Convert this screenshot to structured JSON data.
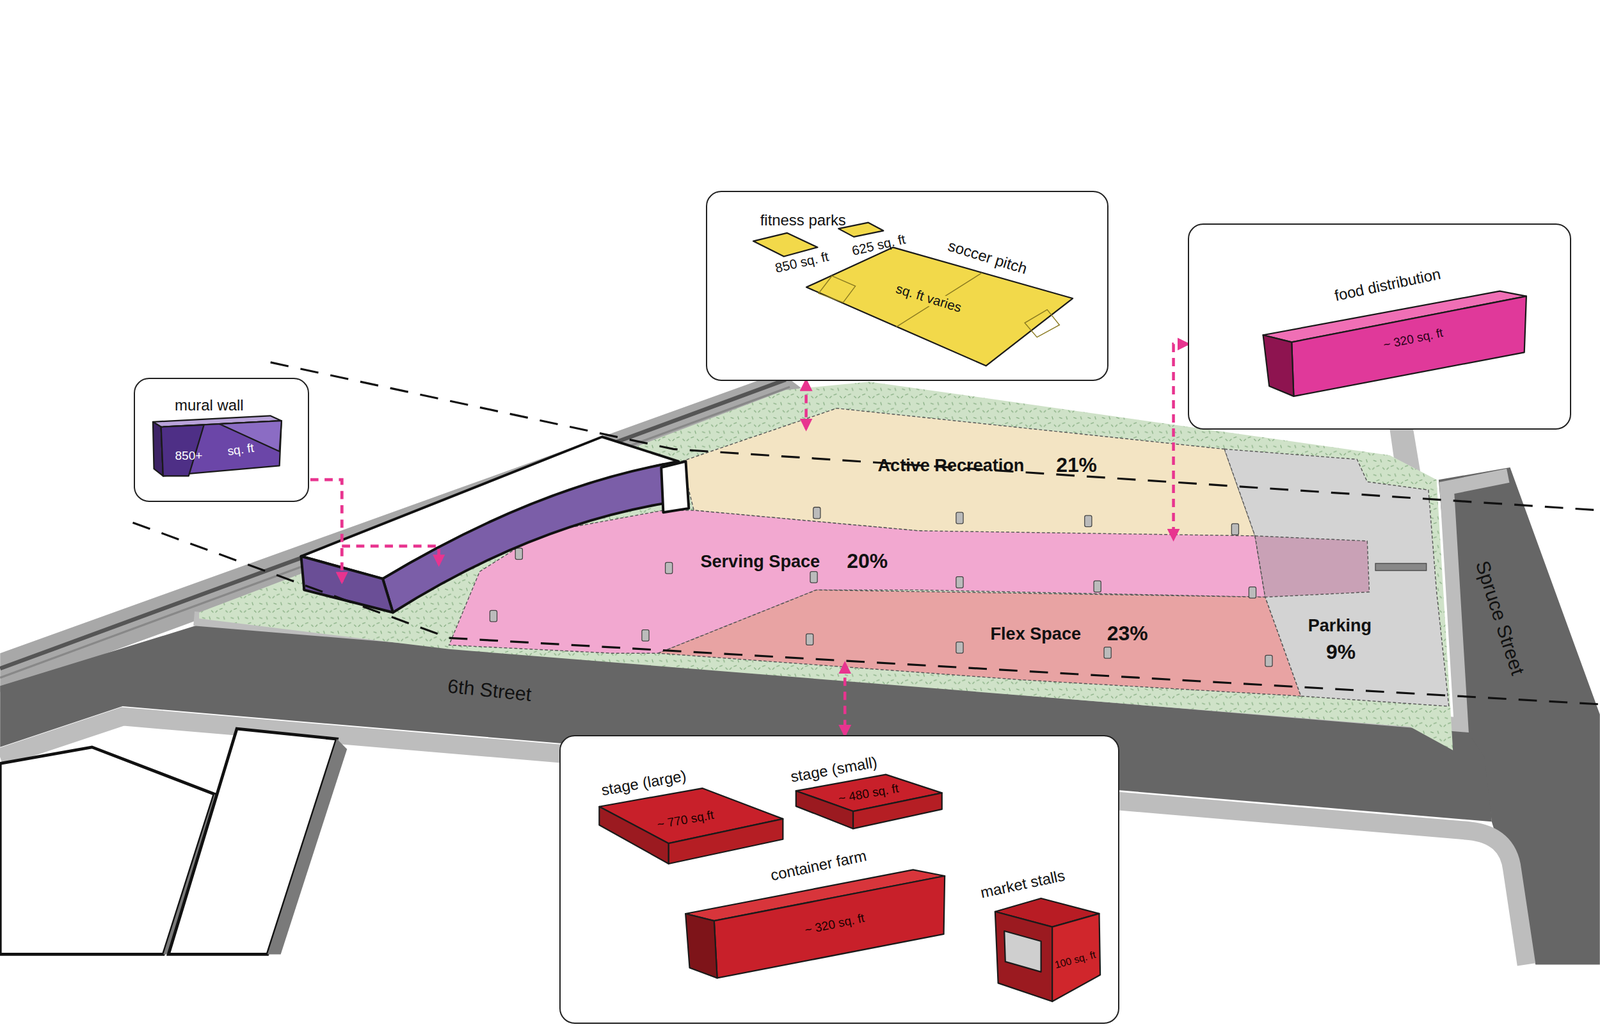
{
  "diagram": {
    "nodes": [
      {
        "text": []
      },
      {
        "text": [
          "mural wall",
          "850+",
          "sq. ft"
        ],
        "in": 0
      },
      {
        "text": []
      },
      {
        "text": [
          "fitness parks",
          "850 sq. ft"
        ],
        "in": 2
      },
      {
        "text": [
          "625 sq. ft"
        ],
        "in": 2
      },
      {
        "text": [
          "soccer pitch",
          "sq. ft varies"
        ],
        "in": 2
      },
      {
        "text": []
      },
      {
        "text": [
          "food distribution",
          "~ 320 sq. ft"
        ],
        "in": 6
      },
      {
        "text": [
          "Active Recreation",
          "21%"
        ]
      },
      {
        "text": [
          "Serving Space",
          "20%"
        ]
      },
      {
        "text": [
          "Flex Space",
          "23%"
        ]
      },
      {
        "text": [
          "Parking",
          "9%"
        ]
      },
      {
        "text": []
      },
      {
        "text": [
          "stage (large)",
          "~ 770 sq.ft"
        ],
        "in": 12
      },
      {
        "text": [
          "stage (small)",
          "~ 480 sq. ft"
        ],
        "in": 12
      },
      {
        "text": [
          "container farm",
          "~ 320 sq. ft"
        ],
        "in": 12
      },
      {
        "text": [
          "market stalls",
          "100 sq. ft"
        ],
        "in": 12
      }
    ],
    "edges": [
      {
        "from": 2,
        "to": 8,
        "arrow": "both"
      },
      {
        "from": 6,
        "to": 9,
        "arrow": "both"
      },
      {
        "from": 10,
        "to": 12,
        "arrow": "both"
      }
    ],
    "labels": [
      "6th Street",
      "Spruce Street"
    ]
  }
}
